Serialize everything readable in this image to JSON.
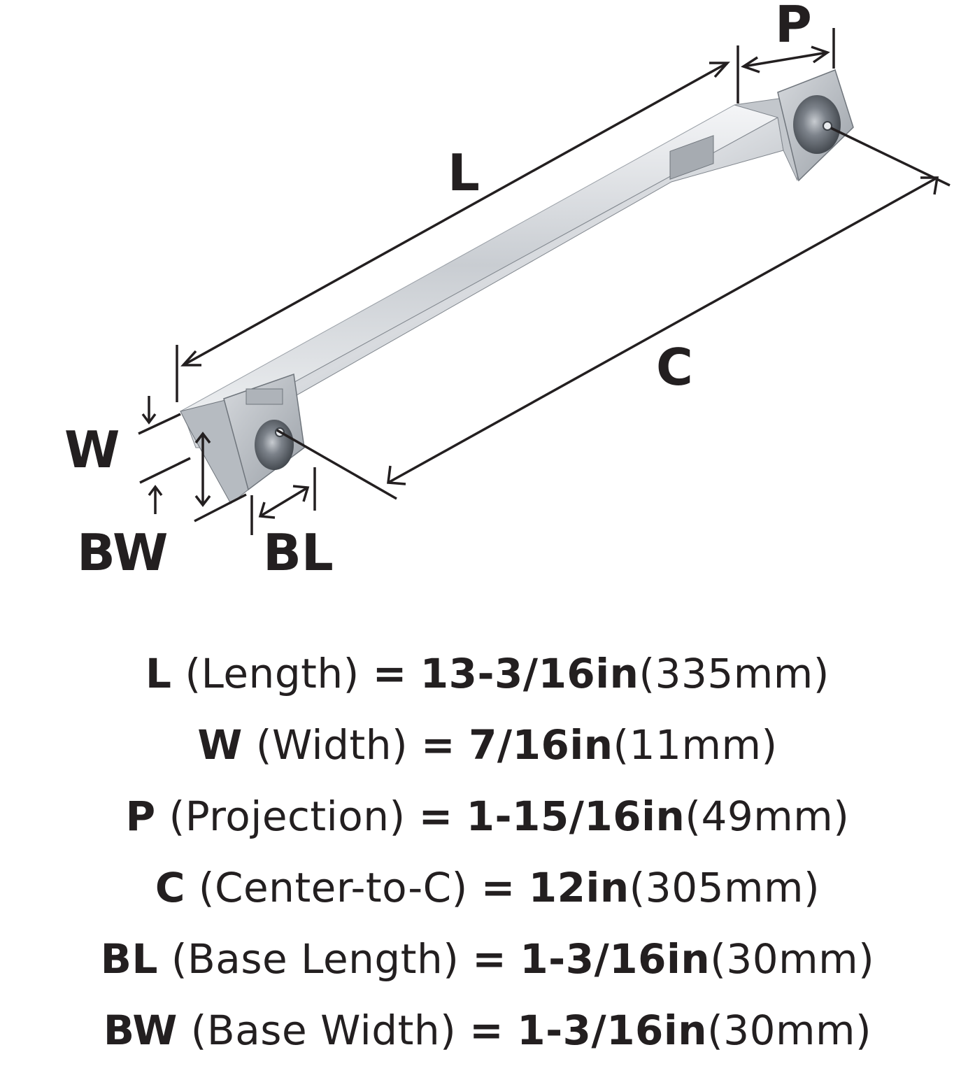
{
  "labels": {
    "L": "L",
    "P": "P",
    "C": "C",
    "W": "W",
    "BW": "BW",
    "BL": "BL"
  },
  "specs": [
    {
      "symbol": "L",
      "name": "(Length)",
      "eq": "=",
      "imperial": "13-3/16in",
      "metric": "(335mm)"
    },
    {
      "symbol": "W",
      "name": "(Width)",
      "eq": "=",
      "imperial": "7/16in",
      "metric": "(11mm)"
    },
    {
      "symbol": "P",
      "name": "(Projection)",
      "eq": "=",
      "imperial": "1-15/16in",
      "metric": "(49mm)"
    },
    {
      "symbol": "C",
      "name": "(Center-to-C)",
      "eq": "=",
      "imperial": "12in",
      "metric": "(305mm)"
    },
    {
      "symbol": "BL",
      "name": "(Base Length)",
      "eq": "=",
      "imperial": "1-3/16in",
      "metric": "(30mm)"
    },
    {
      "symbol": "BW",
      "name": "(Base Width)",
      "eq": "=",
      "imperial": "1-3/16in",
      "metric": "(30mm)"
    }
  ],
  "colors": {
    "ink": "#231f20",
    "chrome_light": "#e9ebee",
    "chrome_mid": "#b9bec4",
    "chrome_dark": "#6f757c"
  }
}
